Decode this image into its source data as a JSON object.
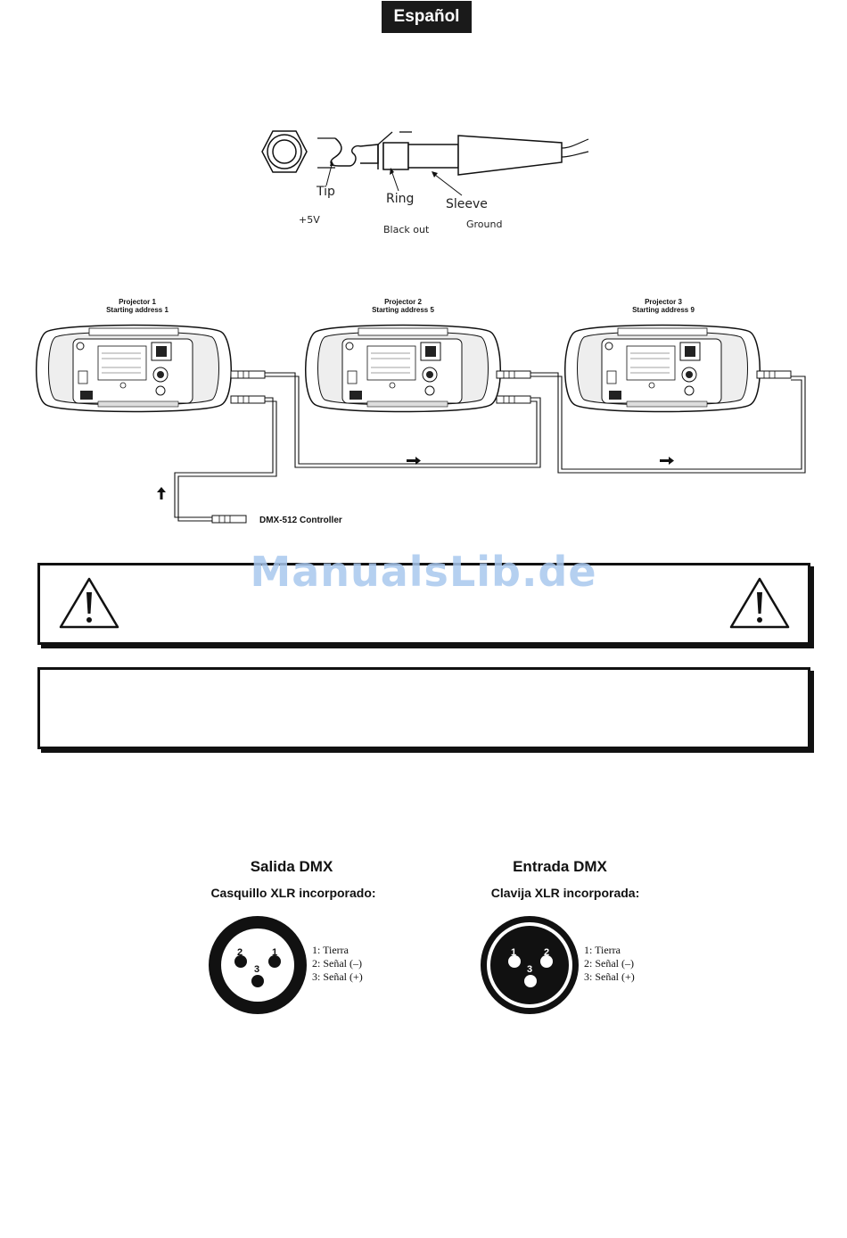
{
  "header": {
    "language": "Español"
  },
  "jack_diagram": {
    "tip": "Tip",
    "tip_note": "+5V",
    "ring": "Ring",
    "ring_note": "Black out",
    "sleeve": "Sleeve",
    "sleeve_note": "Ground"
  },
  "dmx_chain": {
    "projectors": [
      {
        "name": "Projector 1",
        "address": "Starting address 1"
      },
      {
        "name": "Projector 2",
        "address": "Starting address 5"
      },
      {
        "name": "Projector 3",
        "address": "Starting address 9"
      }
    ],
    "controller": "DMX-512 Controller"
  },
  "watermark": "ManualsLib.de",
  "connectors": {
    "output": {
      "title": "Salida DMX",
      "subtitle": "Casquillo XLR incorporado:",
      "pins": [
        "1: Tierra",
        "2: Señal (–)",
        "3: Señal (+)"
      ]
    },
    "input": {
      "title": "Entrada DMX",
      "subtitle": "Clavija XLR incorporada:",
      "pins": [
        "1: Tierra",
        "2: Señal (–)",
        "3: Señal (+)"
      ]
    }
  }
}
